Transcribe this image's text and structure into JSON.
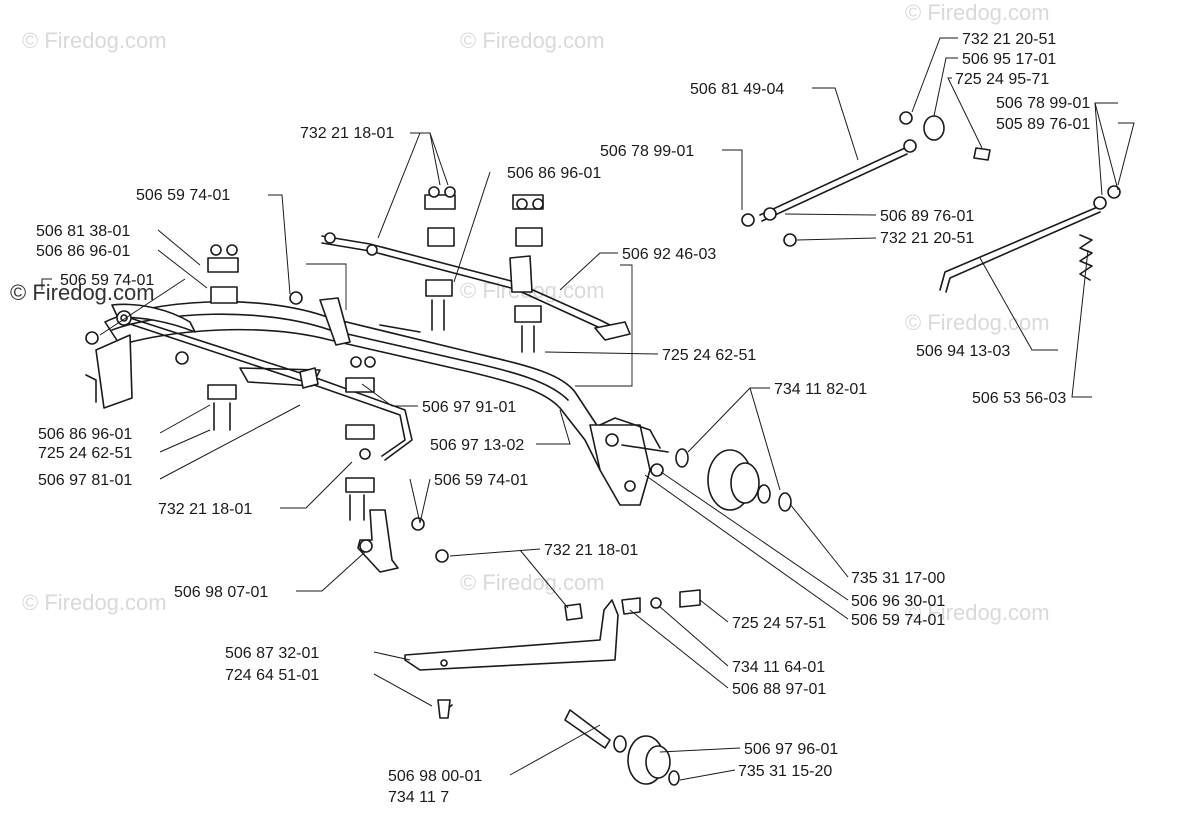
{
  "watermark": {
    "text": "© Firedog.com",
    "text_dark": "© Firedog.com"
  },
  "labels": {
    "l1": "732 21 20-51",
    "l2": "506 95 17-01",
    "l3": "725 24 95-71",
    "l4": "506 81 49-04",
    "l5": "506 78 99-01",
    "l6": "505 89 76-01",
    "l7": "732 21 18-01",
    "l8": "506 78 99-01",
    "l9": "506 86 96-01",
    "l10": "506 59 74-01",
    "l11": "506 89 76-01",
    "l12": "732 21 20-51",
    "l13": "506 81 38-01",
    "l14": "506 86 96-01",
    "l15": "506 92 46-03",
    "l16": "506 59 74-01",
    "l17": "506 94 13-03",
    "l18": "725 24 62-51",
    "l19": "734 11 82-01",
    "l20": "506 53 56-03",
    "l21": "506 97 91-01",
    "l22": "506 86 96-01",
    "l23": "506 97 13-02",
    "l24": "725 24 62-51",
    "l25": "506 97 81-01",
    "l26": "506 59 74-01",
    "l27": "732 21 18-01",
    "l28": "732 21 18-01",
    "l29": "506 98 07-01",
    "l30": "735 31 17-00",
    "l31": "506 96 30-01",
    "l32": "506 59 74-01",
    "l33": "725 24 57-51",
    "l34": "506 87 32-01",
    "l35": "734 11 64-01",
    "l36": "724 64 51-01",
    "l37": "506 88 97-01",
    "l38": "506 97 96-01",
    "l39": "506 98 00-01",
    "l40": "735 31 15-20",
    "l41": "734 11 7"
  }
}
